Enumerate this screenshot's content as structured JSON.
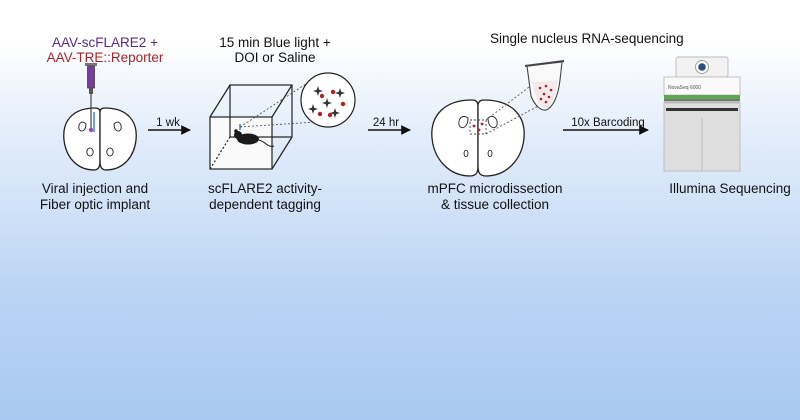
{
  "step1": {
    "label_line1": "AAV-scFLARE2 +",
    "label_line2": "AAV-TRE::Reporter",
    "caption_line1": "Viral injection and",
    "caption_line2": "Fiber optic implant"
  },
  "arrow1": {
    "label": "1 wk"
  },
  "step2": {
    "label_line1": "15 min Blue light +",
    "label_line2": "DOI or Saline",
    "caption_line1": "scFLARE2 activity-",
    "caption_line2": "dependent tagging"
  },
  "arrow2": {
    "label": "24 hr"
  },
  "step3": {
    "label": "Single nucleus RNA-sequencing",
    "caption_line1": "mPFC microdissection",
    "caption_line2": "& tissue collection",
    "hemisphere_label_left": "0",
    "hemisphere_label_right": "0"
  },
  "arrow3": {
    "label": "10x Barcoding"
  },
  "step4": {
    "caption": "Illumina Sequencing",
    "instrument_label": "NovaSeq 6000"
  },
  "colors": {
    "purple": "#5b2a86",
    "red": "#a4262b",
    "background_top": "#ffffff",
    "background_bottom": "#a9c9f2"
  }
}
